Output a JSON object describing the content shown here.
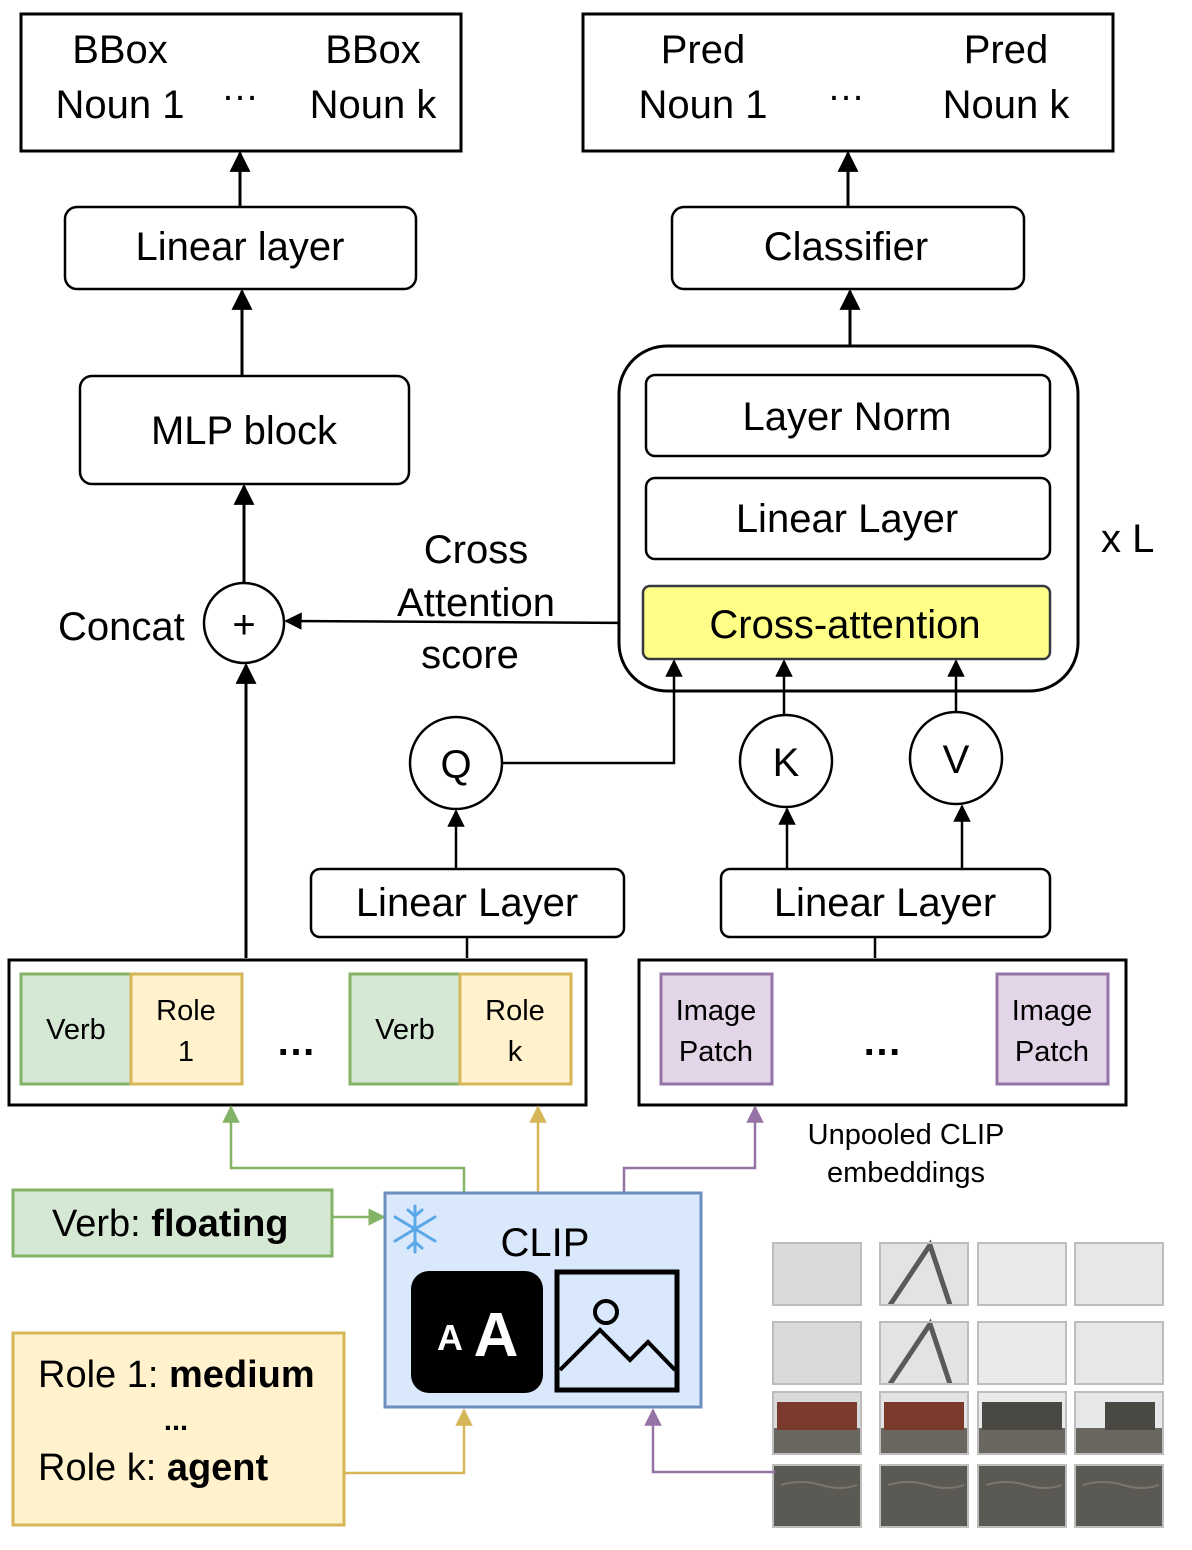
{
  "outputs": {
    "bbox": {
      "col1_line1": "BBox",
      "col1_line2": "Noun 1",
      "ellipsis": "…",
      "colk_line1": "BBox",
      "colk_line2": "Noun k"
    },
    "pred": {
      "col1_line1": "Pred",
      "col1_line2": "Noun 1",
      "ellipsis": "…",
      "colk_line1": "Pred",
      "colk_line2": "Noun k"
    }
  },
  "blocks": {
    "linear_layer_top": "Linear layer",
    "classifier": "Classifier",
    "mlp_block": "MLP block",
    "layer_norm": "Layer Norm",
    "linear_layer_inner": "Linear Layer",
    "cross_attention": "Cross-attention",
    "repeat": "x L",
    "concat_label": "Concat",
    "concat_symbol": "+",
    "score_label": [
      "Cross",
      "Attention",
      "score"
    ],
    "q": "Q",
    "k": "K",
    "v": "V",
    "linear_layer_text": "Linear Layer",
    "linear_layer_image": "Linear Layer"
  },
  "text_tokens": {
    "verb1": "Verb",
    "role1": [
      "Role",
      "1"
    ],
    "ellipsis": "…",
    "verbk": "Verb",
    "rolek": [
      "Role",
      "k"
    ]
  },
  "image_tokens": {
    "patch1": [
      "Image",
      "Patch"
    ],
    "ellipsis": "…",
    "patchk": [
      "Image",
      "Patch"
    ]
  },
  "unpooled_label": [
    "Unpooled CLIP",
    "embeddings"
  ],
  "clip": {
    "title": "CLIP",
    "text_icon": "AA"
  },
  "inputs": {
    "verb_prefix": "Verb: ",
    "verb_value": "floating",
    "role1_prefix": "Role 1: ",
    "role1_value": "medium",
    "role_ellipsis": "...",
    "rolek_prefix": "Role k: ",
    "rolek_value": "agent"
  },
  "colors": {
    "green_fill": "#d5e8d4",
    "green_stroke": "#82b366",
    "yellow_fill": "#fff2cc",
    "yellow_stroke": "#d6b656",
    "purple_fill": "#e1d5e7",
    "purple_stroke": "#9673a6",
    "blue_fill": "#dae8fc",
    "blue_stroke": "#6c8ebf",
    "highlight": "#ffff88",
    "snowflake": "#5aa8e8"
  }
}
